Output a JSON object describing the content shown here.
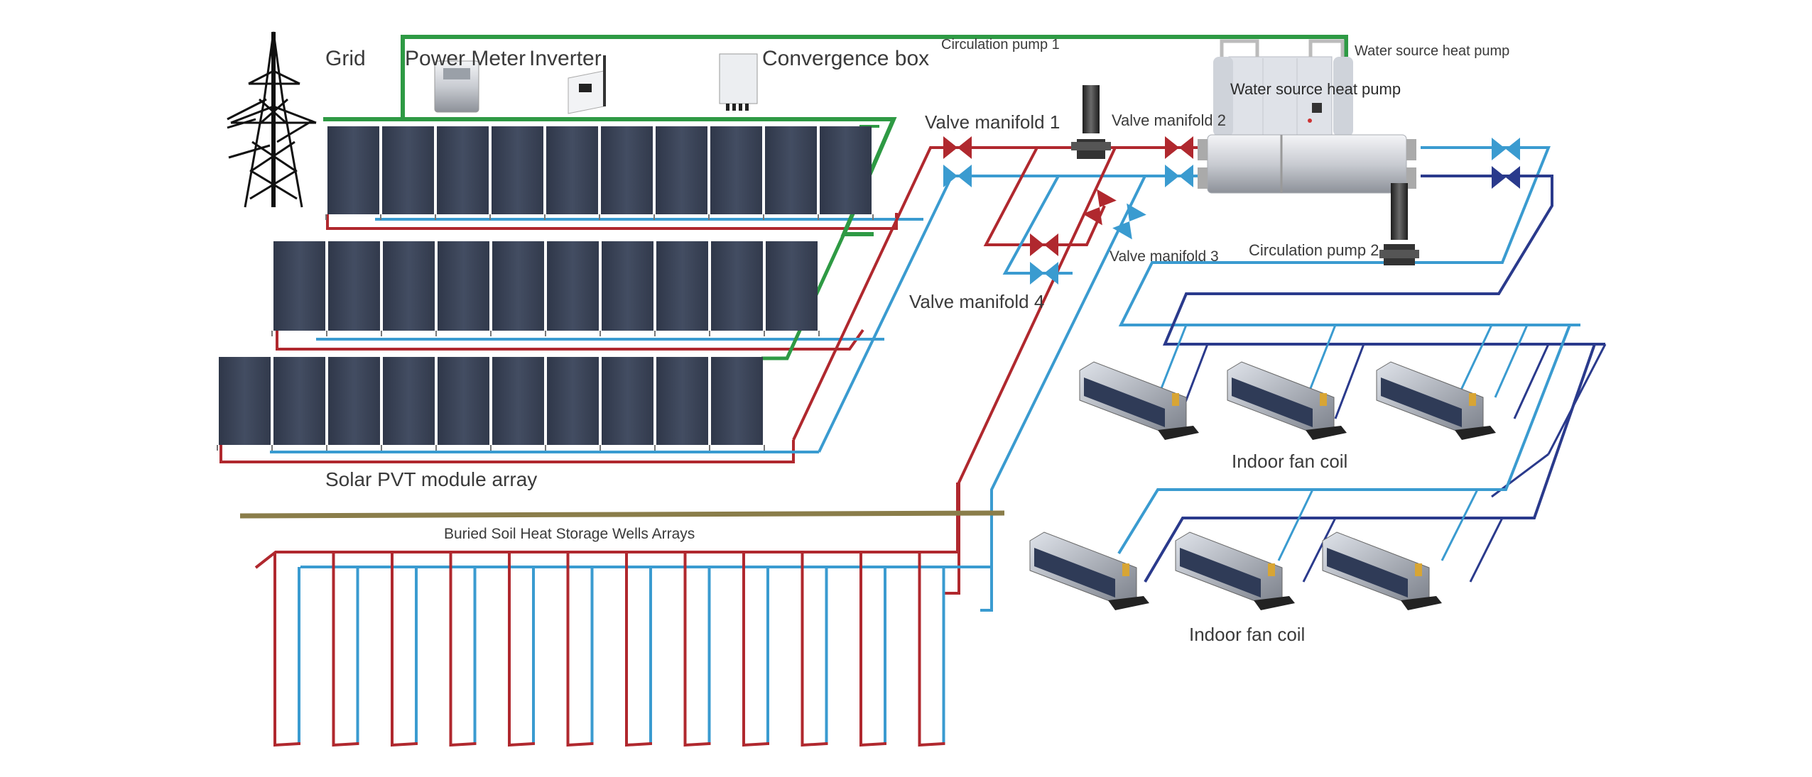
{
  "colors": {
    "hot_pipe": "#b0282e",
    "cold_pipe": "#3a9bd0",
    "dark_pipe": "#2a3a8c",
    "power_line": "#2e9a44",
    "ground_line": "#8a7d4a",
    "panel": "#3b4558",
    "label_text": "#3a3a3a"
  },
  "labels": {
    "grid": "Grid",
    "power_meter": "Power Meter",
    "inverter": "Inverter",
    "convergence_box": "Convergence box",
    "circulation_pump_1": "Circulation pump 1",
    "water_source_heat_pump_outer": "Water source heat pump",
    "water_source_heat_pump_inner": "Water source heat pump",
    "valve_manifold_1": "Valve manifold 1",
    "valve_manifold_2": "Valve manifold 2",
    "valve_manifold_3": "Valve manifold 3",
    "valve_manifold_4": "Valve manifold 4",
    "circulation_pump_2": "Circulation pump 2",
    "solar_pvt_array": "Solar PVT module array",
    "buried_wells": "Buried Soil Heat Storage Wells Arrays",
    "indoor_fan_coil_upper": "Indoor fan coil",
    "indoor_fan_coil_lower": "Indoor fan coil"
  },
  "components": {
    "pv_rows": [
      {
        "name": "pv-row-1",
        "panel_count": 10
      },
      {
        "name": "pv-row-2",
        "panel_count": 10
      },
      {
        "name": "pv-row-3",
        "panel_count": 10
      }
    ],
    "well_count": 12,
    "fan_coils_upper": 3,
    "fan_coils_lower": 3
  }
}
